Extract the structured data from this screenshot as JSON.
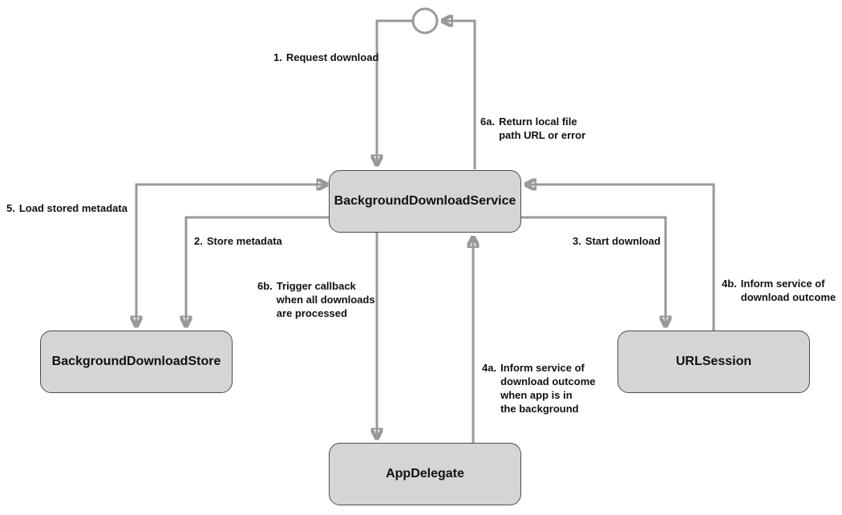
{
  "diagram": {
    "background_color": "#ffffff",
    "line_color": "#999999",
    "node_fill_color": "#d5d5d5",
    "node_border_color": "#4d4d4d",
    "label_text_color": "#111111",
    "nodes": {
      "service": {
        "label": "BackgroundDownloadService"
      },
      "store": {
        "label": "BackgroundDownloadStore"
      },
      "urlsession": {
        "label": "URLSession"
      },
      "appdelegate": {
        "label": "AppDelegate"
      }
    },
    "edge_labels": {
      "e1": {
        "num": "1.",
        "text": "Request download"
      },
      "e2": {
        "num": "2.",
        "text": "Store metadata"
      },
      "e3": {
        "num": "3.",
        "text": "Start download"
      },
      "e4a": {
        "num": "4a.",
        "text": "Inform service of\ndownload outcome\nwhen app is in\nthe background"
      },
      "e4b": {
        "num": "4b.",
        "text": "Inform service of\ndownload outcome"
      },
      "e5": {
        "num": "5.",
        "text": "Load stored metadata"
      },
      "e6a": {
        "num": "6a.",
        "text": "Return local file\npath URL or error"
      },
      "e6b": {
        "num": "6b.",
        "text": "Trigger callback\nwhen all downloads\nare processed"
      }
    }
  }
}
